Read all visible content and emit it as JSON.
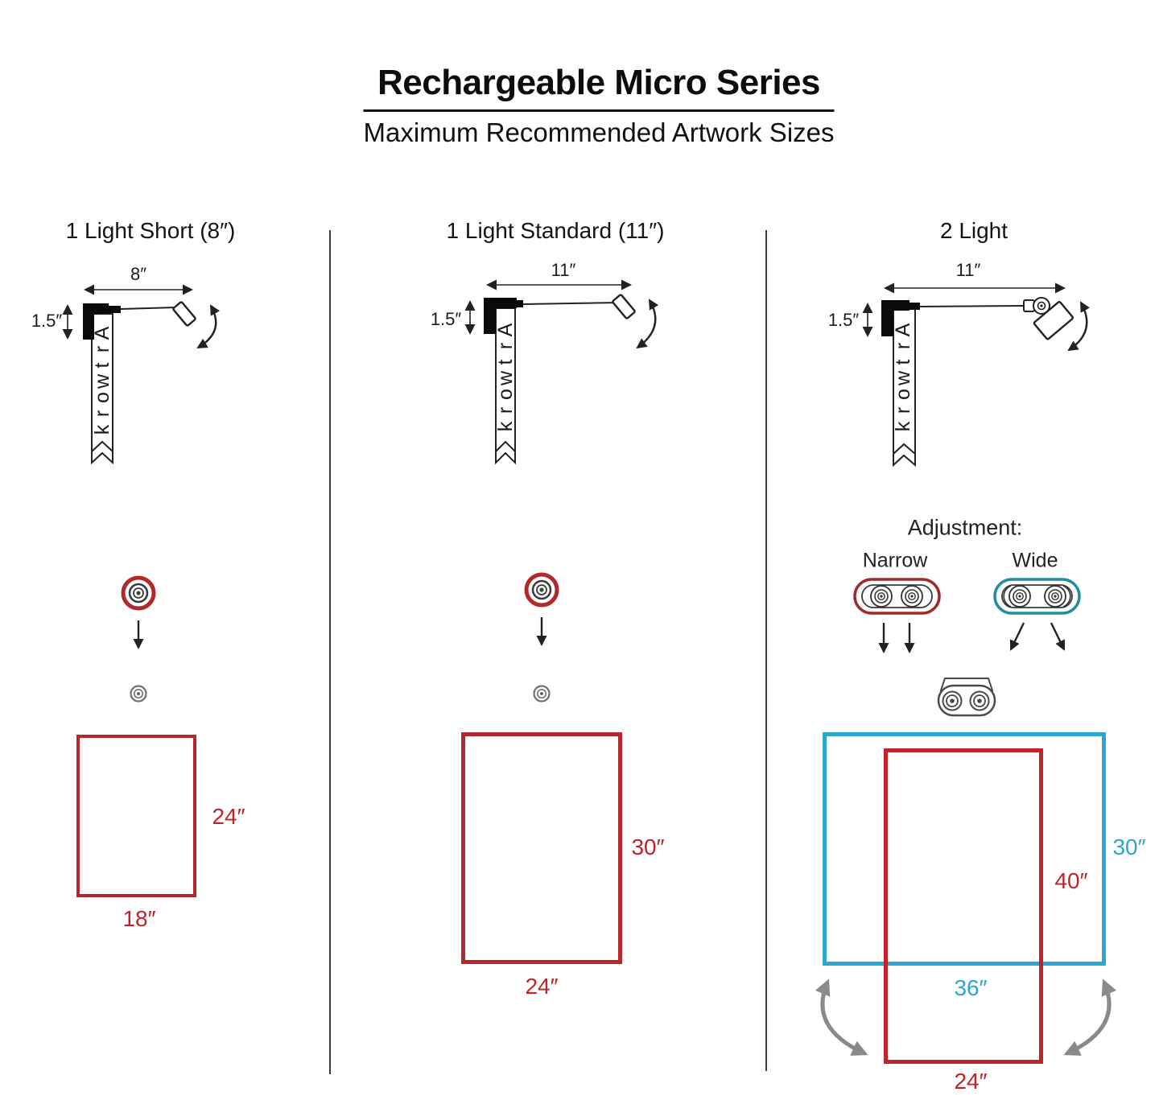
{
  "header": {
    "title": "Rechargeable Micro Series",
    "subtitle": "Maximum Recommended Artwork Sizes"
  },
  "columns": [
    {
      "title": "1 Light Short (8″)",
      "arm_length_label": "8″",
      "offset_label": "1.5″",
      "artwork_label": "Artwork",
      "artwork_size": {
        "height_label": "24″",
        "width_label": "18″"
      }
    },
    {
      "title": "1 Light Standard (11″)",
      "arm_length_label": "11″",
      "offset_label": "1.5″",
      "artwork_label": "Artwork",
      "artwork_size": {
        "height_label": "30″",
        "width_label": "24″"
      }
    },
    {
      "title": "2 Light",
      "arm_length_label": "11″",
      "offset_label": "1.5″",
      "artwork_label": "Artwork",
      "adjustment": {
        "heading": "Adjustment:",
        "narrow_label": "Narrow",
        "wide_label": "Wide"
      },
      "wide_artwork_size": {
        "height_label": "30″",
        "width_label": "36″"
      },
      "narrow_artwork_size": {
        "height_label": "40″",
        "width_label": "24″"
      }
    }
  ],
  "colors": {
    "artwork_red": "#bf2428",
    "artwork_blue": "#2aa6cf",
    "narrow_outline": "#9e2b26",
    "wide_outline": "#1f8fa0",
    "rotation_arrow_gray": "#8a8a8a"
  }
}
